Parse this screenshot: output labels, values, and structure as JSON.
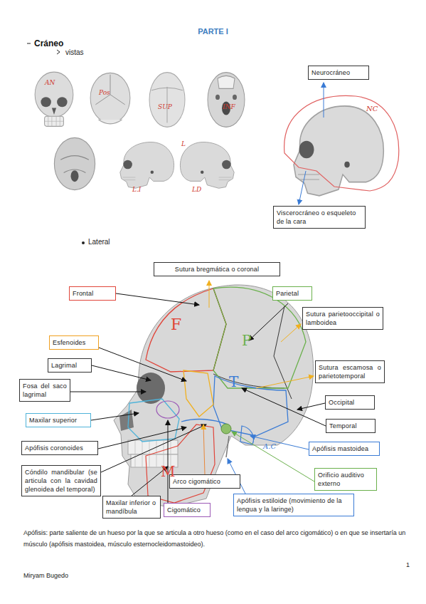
{
  "diagram": {
    "title": "PARTE I",
    "nodes": [
      {
        "text": [
          "Neurocráneo"
        ]
      },
      {
        "text": [
          "Viscerocráneo o esqueleto de la cara"
        ]
      },
      {
        "text": [
          "Sutura bregmática o coronal"
        ]
      },
      {
        "text": [
          "Frontal"
        ]
      },
      {
        "text": [
          "Parietal"
        ]
      },
      {
        "text": [
          "Sutura parietooccipital o lamboidea"
        ]
      },
      {
        "text": [
          "Esfenoides"
        ]
      },
      {
        "text": [
          "Lagrimal"
        ]
      },
      {
        "text": [
          "Sutura escamosa o parietotemporal"
        ]
      },
      {
        "text": [
          "Fosa del saco lagrimal"
        ]
      },
      {
        "text": [
          "Occipital"
        ]
      },
      {
        "text": [
          "Maxilar superior"
        ]
      },
      {
        "text": [
          "Temporal"
        ]
      },
      {
        "text": [
          "Apófisis mastoidea"
        ]
      },
      {
        "text": [
          "Apófisis coronoides"
        ]
      },
      {
        "text": [
          "Cóndilo mandibular (se articula con la cavidad glenoidea del temporal)"
        ]
      },
      {
        "text": [
          "Orificio auditivo externo"
        ]
      },
      {
        "text": [
          "Arco cigomático"
        ]
      },
      {
        "text": [
          "Maxilar inferior o mandíbula"
        ]
      },
      {
        "text": [
          "Cigomático"
        ]
      },
      {
        "text": [
          "Apófisis estiloide (movimiento de la lengua y la laringe)"
        ]
      }
    ],
    "labels": [
      "Cráneo",
      "vistas",
      "Lateral",
      "AN",
      "Pos",
      "SUP",
      "INF",
      "L",
      "L.I",
      "LD",
      "NC",
      "F",
      "P",
      "T",
      "M",
      "A.C",
      "Apófisis: parte saliente de un hueso por la que se articula a otro hueso (como en el caso del arco cigomático) o en que se insertaría un músculo (apófisis mastoidea, músculo esternocleidomastoideo).",
      "1",
      "Miryam Bugedo"
    ]
  }
}
